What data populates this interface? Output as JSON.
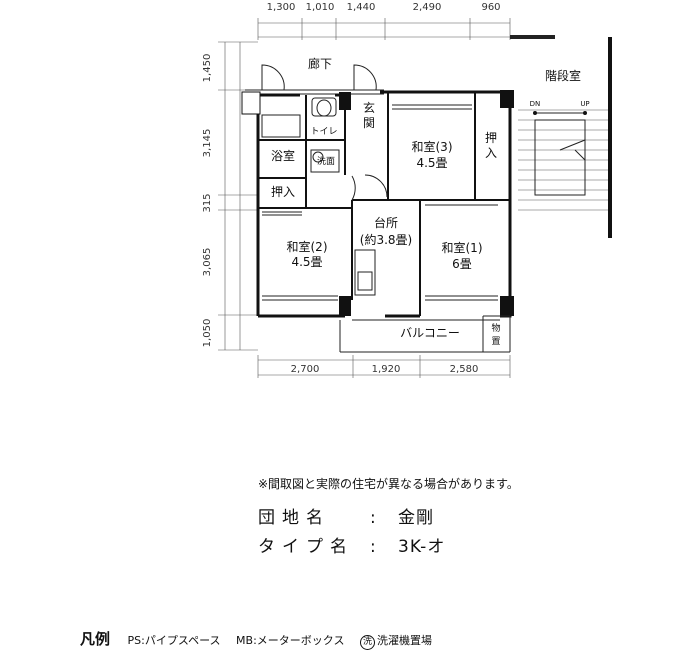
{
  "dimensions": {
    "top": [
      "1,300",
      "1,010",
      "1,440",
      "2,490",
      "960"
    ],
    "bottom": [
      "2,700",
      "1,920",
      "2,580"
    ],
    "left": [
      "1,450",
      "3,145",
      "315",
      "3,065",
      "1,050"
    ]
  },
  "rooms": {
    "corridor": "廊下",
    "stairwell": "階段室",
    "stair_down": "DN",
    "stair_up": "UP",
    "toilet": "トイレ",
    "entrance_line1": "玄",
    "entrance_line2": "関",
    "bath": "浴室",
    "washer": "洗面",
    "closet_left": "押入",
    "closet_right_1": "押",
    "closet_right_2": "入",
    "washitsu3_name": "和室(3)",
    "washitsu3_size": "4.5畳",
    "kitchen_name": "台所",
    "kitchen_size": "(約3.8畳)",
    "washitsu2_name": "和室(2)",
    "washitsu2_size": "4.5畳",
    "washitsu1_name": "和室(1)",
    "washitsu1_size": "6畳",
    "balcony": "バルコニー",
    "storage_1": "物",
    "storage_2": "置"
  },
  "note": "※間取図と実際の住宅が異なる場合があります。",
  "info": {
    "complex_label": "団地名",
    "complex_value": "金剛",
    "type_label": "タイプ名",
    "type_value": "3K-オ",
    "separator": ":"
  },
  "legend": {
    "title": "凡例",
    "ps": "PS:パイプスペース",
    "mb": "MB:メーターボックス",
    "wash_symbol": "洗",
    "wash_text": "洗濯機置場"
  }
}
